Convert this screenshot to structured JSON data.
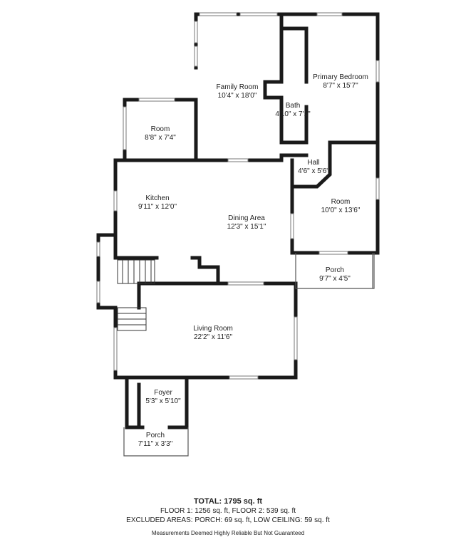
{
  "rooms": {
    "family_room": {
      "name": "Family Room",
      "dims": "10'4\" x 18'0\""
    },
    "primary_bedroom": {
      "name": "Primary Bedroom",
      "dims": "8'7\" x 15'7\""
    },
    "bath": {
      "name": "Bath",
      "dims": "4'10\" x 7'1\""
    },
    "room_upper": {
      "name": "Room",
      "dims": "8'8\" x 7'4\""
    },
    "hall": {
      "name": "Hall",
      "dims": "4'6\" x 5'6\""
    },
    "kitchen": {
      "name": "Kitchen",
      "dims": "9'11\" x 12'0\""
    },
    "dining": {
      "name": "Dining Area",
      "dims": "12'3\" x 15'1\""
    },
    "room_right": {
      "name": "Room",
      "dims": "10'0\" x 13'6\""
    },
    "porch_right": {
      "name": "Porch",
      "dims": "9'7\" x 4'5\""
    },
    "living_room": {
      "name": "Living Room",
      "dims": "22'2\" x 11'6\""
    },
    "foyer": {
      "name": "Foyer",
      "dims": "5'3\" x 5'10\""
    },
    "porch_front": {
      "name": "Porch",
      "dims": "7'11\" x 3'3\""
    }
  },
  "summary": {
    "total": "TOTAL: 1795 sq. ft",
    "floors": "FLOOR 1: 1256 sq. ft, FLOOR 2: 539 sq. ft",
    "excluded": "EXCLUDED AREAS: PORCH: 69 sq. ft, LOW CEILING: 59 sq. ft",
    "disclaimer": "Measurements Deemed Highly Reliable But Not Guaranteed"
  }
}
